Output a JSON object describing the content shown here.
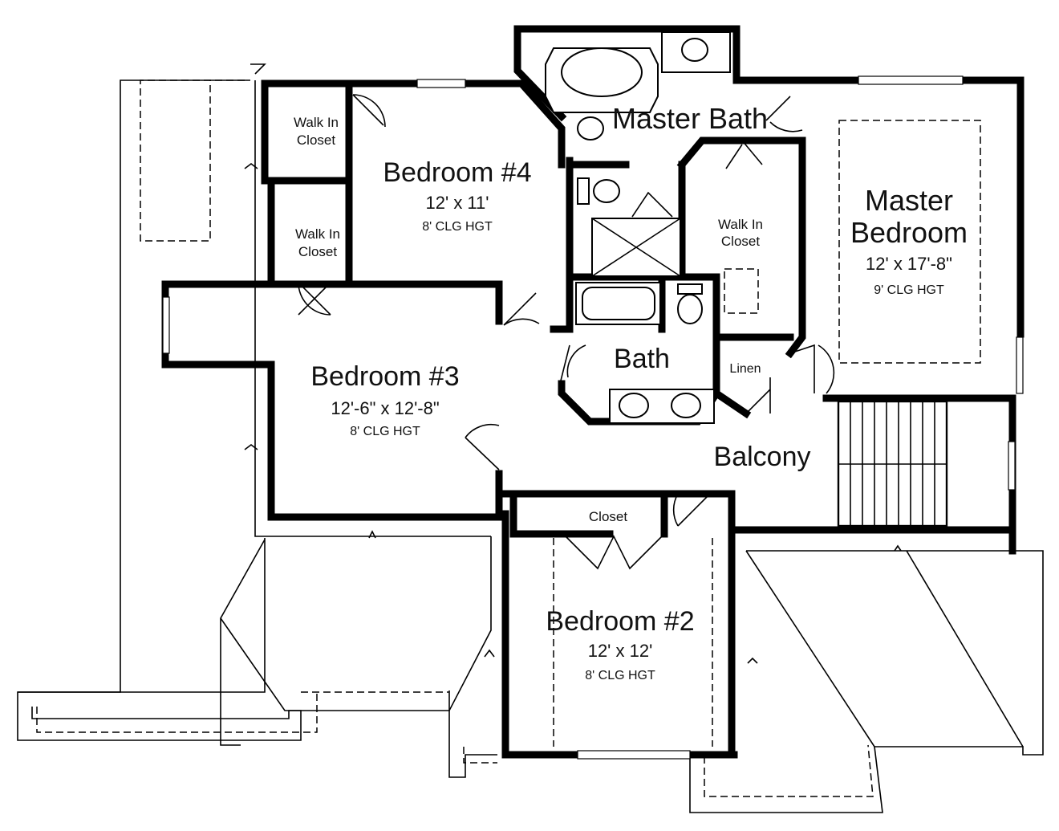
{
  "rooms": {
    "master_bath": {
      "name": "Master Bath"
    },
    "master_bedroom": {
      "name_line1": "Master",
      "name_line2": "Bedroom",
      "size": "12' x 17'-8\"",
      "ceiling": "9' CLG HGT"
    },
    "bedroom4": {
      "name": "Bedroom #4",
      "size": "12' x 11'",
      "ceiling": "8' CLG HGT"
    },
    "bedroom3": {
      "name": "Bedroom #3",
      "size": "12'-6\" x 12'-8\"",
      "ceiling": "8' CLG HGT"
    },
    "bedroom2": {
      "name": "Bedroom #2",
      "size": "12' x 12'",
      "ceiling": "8' CLG HGT"
    },
    "bath": {
      "name": "Bath"
    },
    "linen": {
      "name": "Linen"
    },
    "balcony": {
      "name": "Balcony"
    },
    "closet": {
      "name": "Closet"
    },
    "walk_in_closet_upper": {
      "line1": "Walk In",
      "line2": "Closet"
    },
    "walk_in_closet_lower": {
      "line1": "Walk In",
      "line2": "Closet"
    },
    "walk_in_closet_master": {
      "line1": "Walk In",
      "line2": "Closet"
    }
  }
}
